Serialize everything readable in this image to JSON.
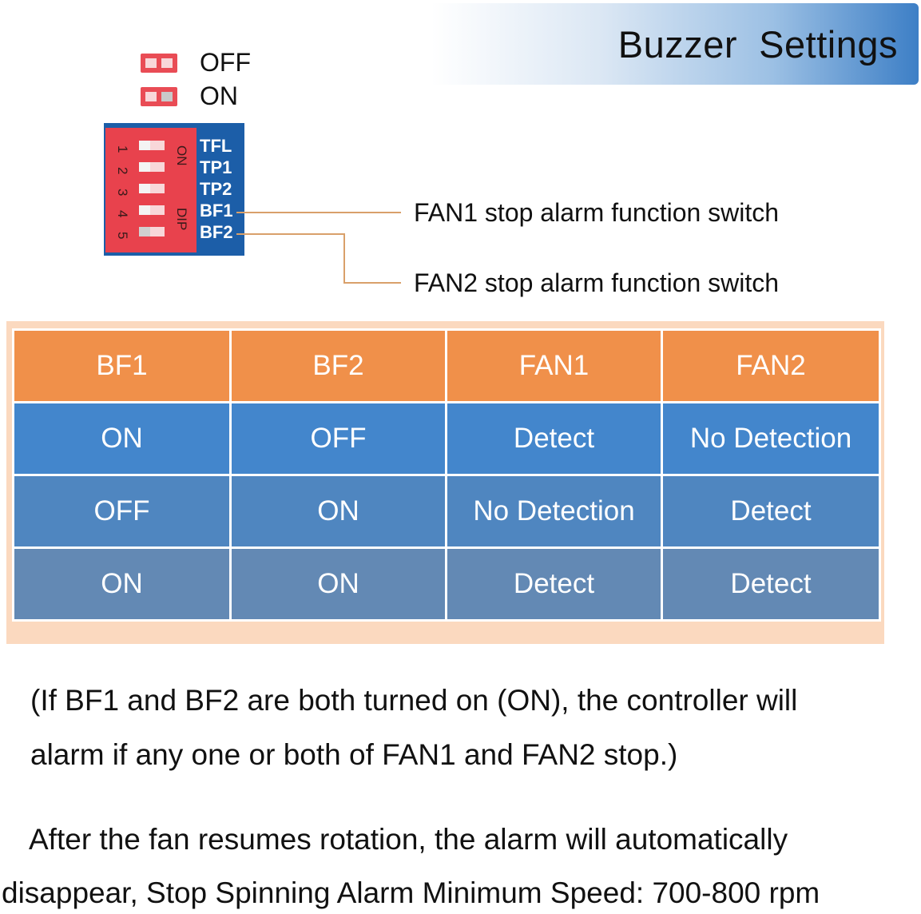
{
  "header": {
    "title": "Buzzer  Settings"
  },
  "legend": [
    {
      "label": "OFF"
    },
    {
      "label": "ON"
    }
  ],
  "dip_switch": {
    "numbers": [
      "1",
      "2",
      "3",
      "4",
      "5"
    ],
    "side_labels": {
      "on": "ON",
      "dip": "DIP"
    },
    "switch_labels": [
      "TFL",
      "TP1",
      "TP2",
      "BF1",
      "BF2"
    ],
    "colors": {
      "body": "#e8424d",
      "board": "#1c5ea8"
    }
  },
  "callouts": [
    {
      "text": "FAN1 stop alarm function switch"
    },
    {
      "text": "FAN2 stop alarm function switch"
    }
  ],
  "table": {
    "headers": [
      "BF1",
      "BF2",
      "FAN1",
      "FAN2"
    ],
    "rows": [
      [
        "ON",
        "OFF",
        "Detect",
        "No Detection"
      ],
      [
        "OFF",
        "ON",
        "No Detection",
        "Detect"
      ],
      [
        "ON",
        "ON",
        "Detect",
        "Detect"
      ]
    ],
    "colors": {
      "header": "#f0904a",
      "row1": "#4386cc",
      "row2": "#4f86c0",
      "row3": "#6389b4"
    }
  },
  "notes": {
    "line1": "(If BF1 and BF2 are both turned on (ON), the controller will",
    "line2": "alarm if any one or both of FAN1 and FAN2 stop.)",
    "line3": "After the fan resumes rotation, the alarm will automatically",
    "line4": "disappear, Stop Spinning Alarm Minimum Speed: 700-800 rpm"
  }
}
